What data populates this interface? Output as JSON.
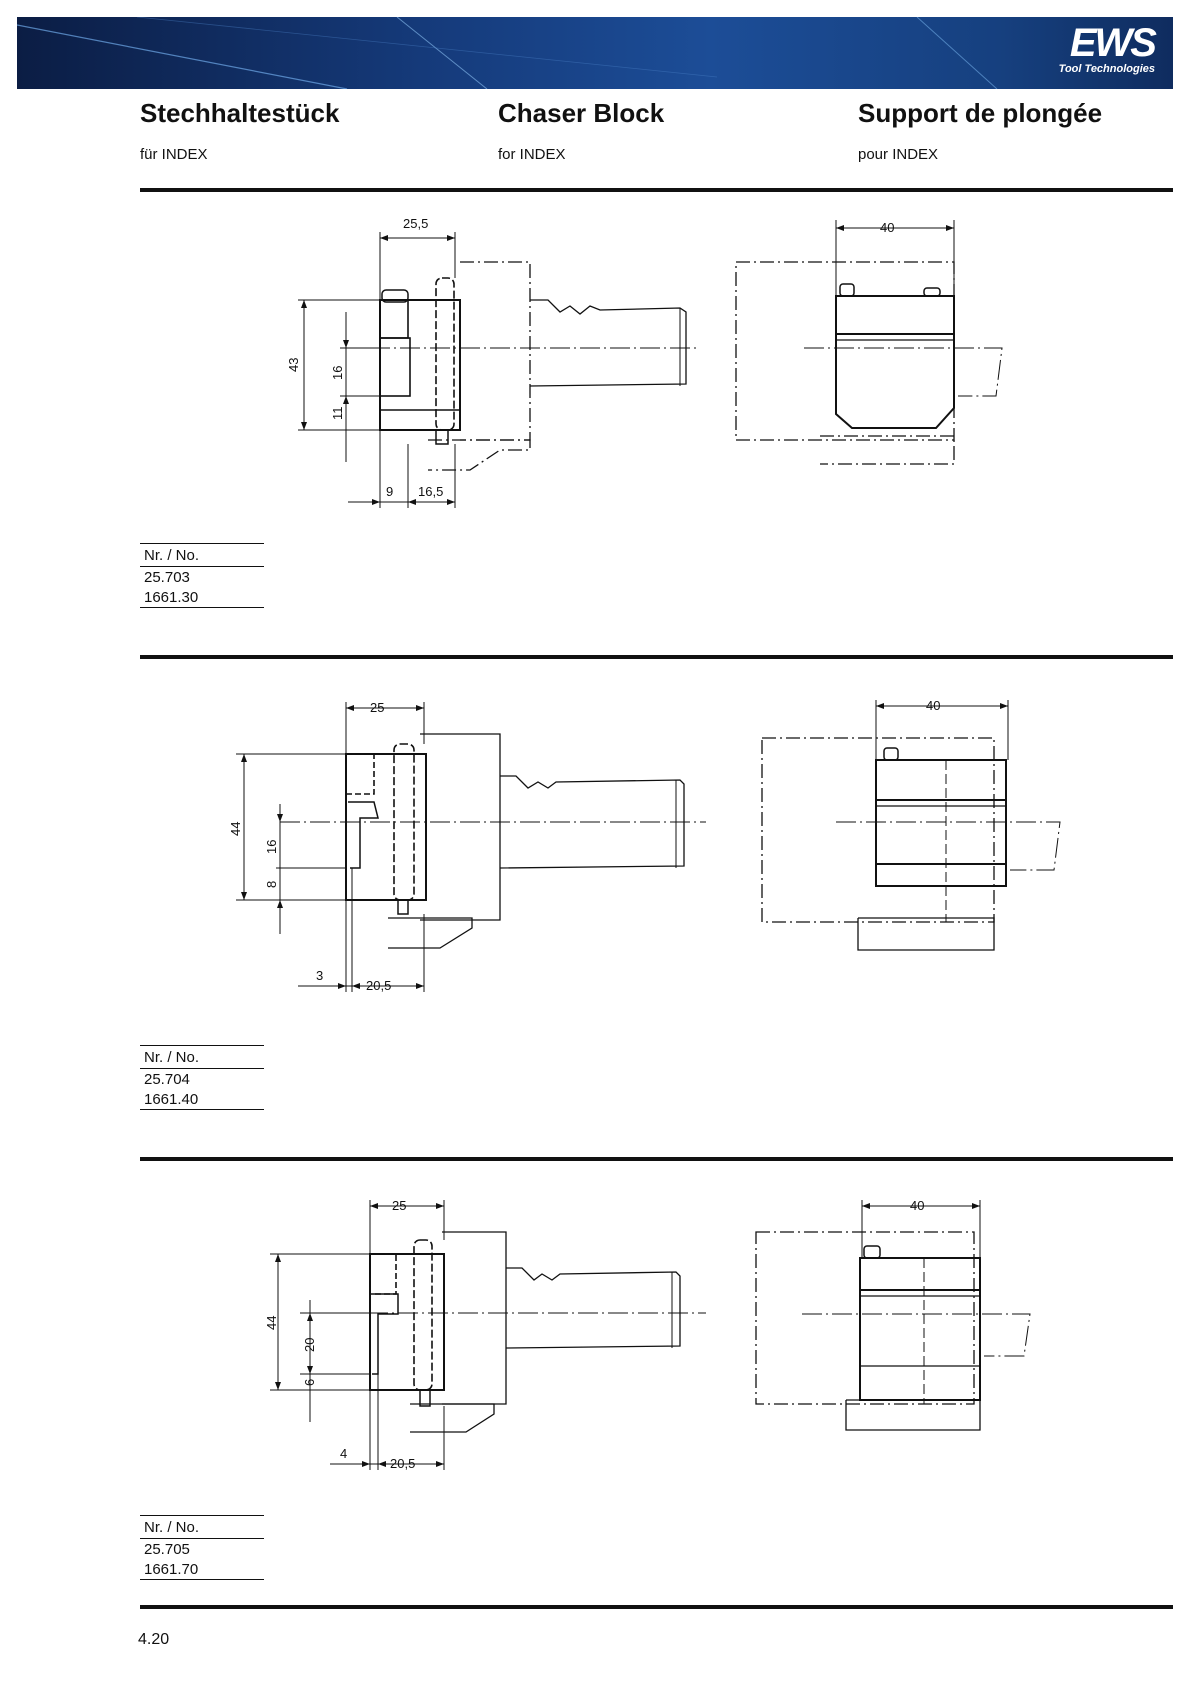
{
  "brand": {
    "logo_text": "EWS",
    "tagline": "Tool Technologies"
  },
  "header": {
    "title_de": "Stechhaltestück",
    "title_en": "Chaser Block",
    "title_fr": "Support de plongée",
    "sub_de": "für INDEX",
    "sub_en": "for INDEX",
    "sub_fr": "pour INDEX"
  },
  "sections": [
    {
      "dims": {
        "width_top": "25,5",
        "height_total": "43",
        "inner_a": "16",
        "inner_b": "11",
        "bottom_a": "9",
        "bottom_b": "16,5",
        "front_width": "40"
      },
      "table": {
        "header": "Nr. / No.",
        "values": [
          "25.703",
          "1661.30"
        ]
      }
    },
    {
      "dims": {
        "width_top": "25",
        "height_total": "44",
        "inner_a": "16",
        "inner_b": "8",
        "bottom_a": "3",
        "bottom_b": "20,5",
        "front_width": "40"
      },
      "table": {
        "header": "Nr. / No.",
        "values": [
          "25.704",
          "1661.40"
        ]
      }
    },
    {
      "dims": {
        "width_top": "25",
        "height_total": "44",
        "inner_a": "20",
        "inner_b": "6",
        "bottom_a": "4",
        "bottom_b": "20,5",
        "front_width": "40"
      },
      "table": {
        "header": "Nr. / No.",
        "values": [
          "25.705",
          "1661.70"
        ]
      }
    }
  ],
  "footer": {
    "page": "4.20"
  }
}
